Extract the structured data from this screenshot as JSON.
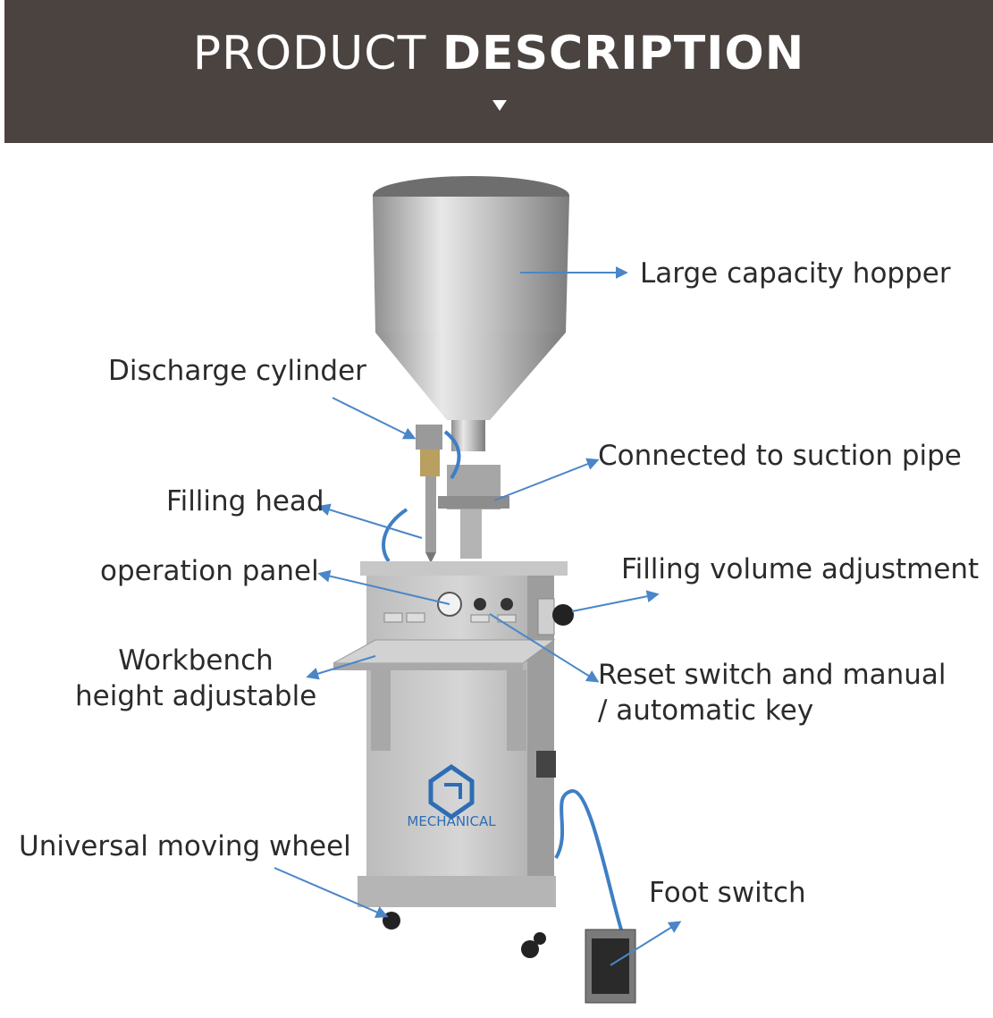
{
  "banner": {
    "title_light": "PRODUCT",
    "title_bold": "DESCRIPTION",
    "caret_icon": "caret-down-icon"
  },
  "labels": {
    "hopper": "Large capacity hopper",
    "discharge": "Discharge cylinder",
    "suction": "Connected to suction pipe",
    "filling_head": "Filling head",
    "panel": "operation panel",
    "volume": "Filling volume adjustment",
    "workbench_line1": "Workbench",
    "workbench_line2": "height adjustable",
    "reset_line1": "Reset switch and manual",
    "reset_line2": "/ automatic key",
    "wheel": "Universal moving wheel",
    "foot": "Foot switch"
  },
  "logo_text": "MECHANICAL",
  "colors": {
    "banner": "#4a4340",
    "arrow": "#4a86c8",
    "steel": "#b9b9b9"
  }
}
